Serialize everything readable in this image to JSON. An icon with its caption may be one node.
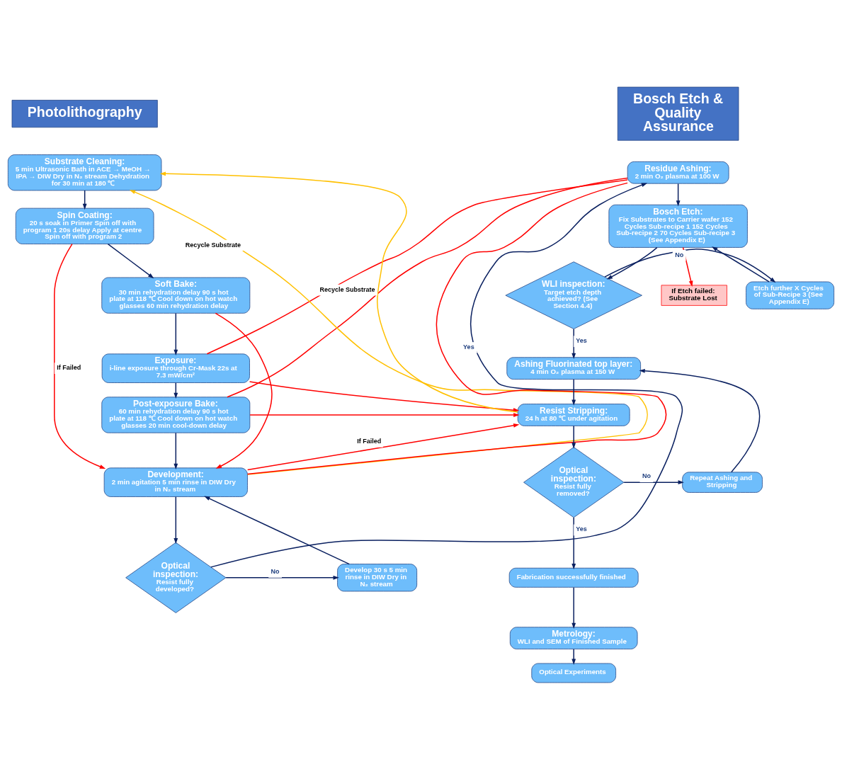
{
  "diagram": {
    "nodes": [
      {
        "text": [
          "Photolithography"
        ]
      },
      {
        "text": [
          "Bosch Etch & Quality Assurance"
        ]
      },
      {
        "text": [
          "Substrate Cleaning:",
          "5 min Ultrasonic Bath in ACE → MeOH → IPA → DIW Dry in N₂ stream Dehydration for 30 min at 180 ℃"
        ]
      },
      {
        "text": [
          "Spin Coating:",
          "20 s soak in Primer Spin off with program 1 20s delay Apply at centre Spin off with program 2"
        ]
      },
      {
        "text": [
          "Soft Bake:",
          "30 min rehydration delay 90 s hot plate at 118 ℃ Cool down on hot watch glasses 60 min rehydration delay"
        ]
      },
      {
        "text": [
          "Exposure:",
          "i-line exposure through Cr-Mask 22s at 7.3 mW/cm²"
        ]
      },
      {
        "text": [
          "Post-exposure Bake:",
          "60 min rehydration delay 90 s hot plate at 118 ℃ Cool down on hot watch glasses 20 min cool-down delay"
        ]
      },
      {
        "text": [
          "Development:",
          "2 min agitation 5 min rinse in DIW Dry in N₂ stream"
        ]
      },
      {
        "text": [
          "Optical inspection:",
          "Resist fully developed?"
        ]
      },
      {
        "text": [
          "Develop 30 s 5 min rinse in DIW Dry in N₂ stream"
        ]
      },
      {
        "text": [
          "Residue Ashing:",
          "2 min O₂ plasma at 100 W"
        ]
      },
      {
        "text": [
          "Bosch Etch:",
          "Fix Substrates to Carrier wafer 152 Cycles Sub-recipe 1 152 Cycles Sub-recipe 2 70 Cycles Sub-recipe 3 (See Appendix E)"
        ]
      },
      {
        "text": [
          "If Etch failed: Substrate Lost"
        ]
      },
      {
        "text": [
          "WLI inspection:",
          "Target etch depth achieved? (See Section 4.4)"
        ]
      },
      {
        "text": [
          "Etch further X Cycles of Sub-Recipe 3 (See Appendix E)"
        ]
      },
      {
        "text": [
          "Ashing Fluorinated top layer:",
          "4 min O₂ plasma at 150 W"
        ]
      },
      {
        "text": [
          "Resist Stripping:",
          "24 h at 80 ℃ under agitation"
        ]
      },
      {
        "text": [
          "Optical inspection:",
          "Resist fully removed?"
        ]
      },
      {
        "text": [
          "Repeat Ashing and Stripping"
        ]
      },
      {
        "text": [
          "Fabrication successfully finished"
        ]
      },
      {
        "text": [
          "Metrology:",
          "WLI and SEM of Finished Sample"
        ]
      },
      {
        "text": [
          "Optical Experiments"
        ]
      }
    ],
    "edges": [
      {
        "from": 2,
        "to": 3,
        "arrow": "to"
      },
      {
        "from": 3,
        "to": 4,
        "arrow": "to"
      },
      {
        "from": 4,
        "to": 5,
        "arrow": "to"
      },
      {
        "from": 5,
        "to": 6,
        "arrow": "to"
      },
      {
        "from": 6,
        "to": 7,
        "arrow": "to"
      },
      {
        "from": 7,
        "to": 8,
        "arrow": "to"
      },
      {
        "from": 8,
        "to": 9,
        "arrow": "to",
        "label": "No"
      },
      {
        "from": 9,
        "to": 7,
        "arrow": "to"
      },
      {
        "from": 8,
        "to": 10,
        "arrow": "to",
        "label": "Yes"
      },
      {
        "from": 3,
        "to": 7,
        "arrow": "to",
        "color": "#ff0000",
        "label": "If Failed"
      },
      {
        "from": 4,
        "to": 7,
        "arrow": "to",
        "color": "#ff0000"
      },
      {
        "from": 7,
        "to": 2,
        "arrow": "to",
        "color": "#ffc000",
        "label": "Recycle Substrate"
      },
      {
        "from": 5,
        "to": 16,
        "arrow": "to",
        "color": "#ff0000"
      },
      {
        "from": 6,
        "to": 16,
        "arrow": "to",
        "color": "#ff0000"
      },
      {
        "from": 7,
        "to": 16,
        "arrow": "to",
        "color": "#ff0000",
        "label": "If Failed"
      },
      {
        "from": 5,
        "to": 10,
        "arrow": "none",
        "color": "#ff0000"
      },
      {
        "from": 6,
        "to": 10,
        "arrow": "none",
        "color": "#ff0000"
      },
      {
        "from": 7,
        "to": 10,
        "arrow": "none",
        "color": "#ff0000"
      },
      {
        "from": 10,
        "to": 11,
        "arrow": "to"
      },
      {
        "from": 11,
        "to": 12,
        "arrow": "to",
        "color": "#ff0000"
      },
      {
        "from": 11,
        "to": 13,
        "arrow": "to"
      },
      {
        "from": 13,
        "to": 14,
        "arrow": "to",
        "label": "No"
      },
      {
        "from": 14,
        "to": 11,
        "arrow": "to"
      },
      {
        "from": 13,
        "to": 15,
        "arrow": "to",
        "label": "Yes"
      },
      {
        "from": 15,
        "to": 16,
        "arrow": "to"
      },
      {
        "from": 16,
        "to": 2,
        "arrow": "to",
        "color": "#ffc000",
        "label": "Recycle Substrate"
      },
      {
        "from": 16,
        "to": 17,
        "arrow": "to"
      },
      {
        "from": 17,
        "to": 18,
        "arrow": "to",
        "label": "No"
      },
      {
        "from": 18,
        "to": 15,
        "arrow": "to"
      },
      {
        "from": 17,
        "to": 19,
        "arrow": "to",
        "label": "Yes"
      },
      {
        "from": 19,
        "to": 20,
        "arrow": "to"
      },
      {
        "from": 20,
        "to": 21,
        "arrow": "to"
      }
    ]
  }
}
